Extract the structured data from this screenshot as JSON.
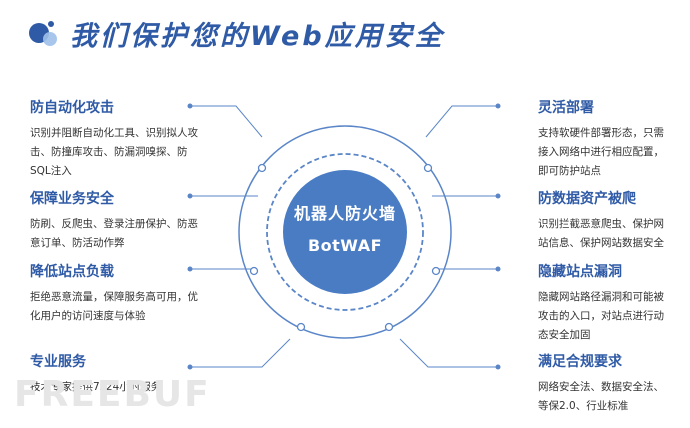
{
  "header": {
    "title": "我们保护您的Web应用安全"
  },
  "core": {
    "name_cn": "机器人防火墙",
    "name_en": "BotWAF"
  },
  "features_left": [
    {
      "title": "防自动化攻击",
      "desc": "识别并阻断自动化工具、识别拟人攻击、防撞库攻击、防漏洞嗅探、防SQL注入"
    },
    {
      "title": "保障业务安全",
      "desc": "防刷、反爬虫、登录注册保护、防恶意订单、防活动作弊"
    },
    {
      "title": "降低站点负载",
      "desc": "拒绝恶意流量，保障服务高可用，优化用户的访问速度与体验"
    },
    {
      "title": "专业服务",
      "desc": "技术专家提供7x24小时服务"
    }
  ],
  "features_right": [
    {
      "title": "灵活部署",
      "desc": "支持软硬件部署形态，只需接入网络中进行相应配置，即可防护站点"
    },
    {
      "title": "防数据资产被爬",
      "desc": "识别拦截恶意爬虫、保护网站信息、保护网站数据安全"
    },
    {
      "title": "隐藏站点漏洞",
      "desc": "隐藏网站路径漏洞和可能被攻击的入口，对站点进行动态安全加固"
    },
    {
      "title": "满足合规要求",
      "desc": "网络安全法、数据安全法、等保2.0、行业标准"
    }
  ],
  "watermark": {
    "text": "FREEBUF"
  },
  "colors": {
    "accent": "#2f5aa6",
    "core_fill": "#4a7cc4",
    "ring": "#5a86c8"
  }
}
